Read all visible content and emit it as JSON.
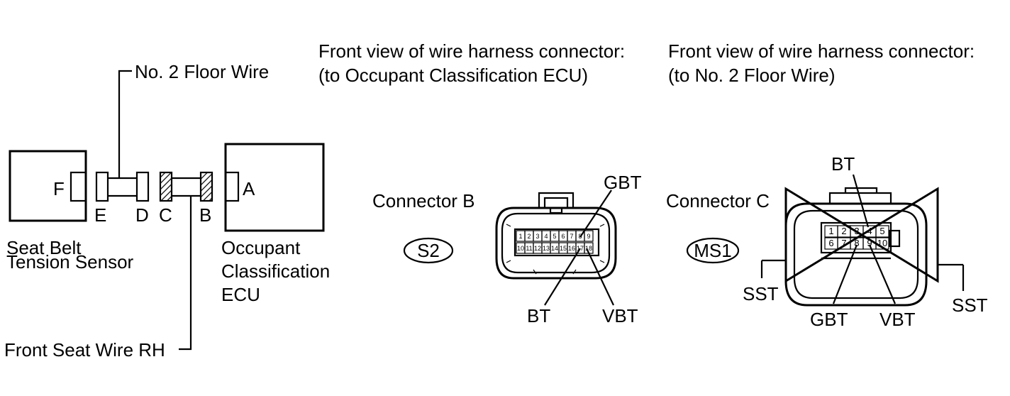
{
  "headers": {
    "left": {
      "line1": "Front view of wire harness connector:",
      "line2": "(to Occupant Classification ECU)"
    },
    "right": {
      "line1": "Front view of wire harness connector:",
      "line2": "(to No. 2 Floor Wire)"
    }
  },
  "wiring": {
    "floor_wire": "No. 2 Floor Wire",
    "seat_wire": "Front Seat Wire RH",
    "sensor": {
      "line1": "Seat Belt",
      "line2": "Tension Sensor",
      "connector": "F"
    },
    "ecu": {
      "line1": "Occupant",
      "line2": "Classification",
      "line3": "ECU",
      "connector": "A"
    },
    "connectors": {
      "E": "E",
      "D": "D",
      "C": "C",
      "B": "B"
    }
  },
  "connector_b": {
    "title": "Connector B",
    "code": "S2",
    "pins_top": [
      "1",
      "2",
      "3",
      "4",
      "5",
      "6",
      "7",
      "8",
      "9"
    ],
    "pins_bottom": [
      "10",
      "11",
      "12",
      "13",
      "14",
      "15",
      "16",
      "17",
      "18"
    ],
    "labels": {
      "gbt": "GBT",
      "bt": "BT",
      "vbt": "VBT"
    }
  },
  "connector_c": {
    "title": "Connector C",
    "code": "MS1",
    "pins_top": [
      "1",
      "2",
      "3",
      "4",
      "5"
    ],
    "pins_bottom": [
      "6",
      "7",
      "8",
      "9",
      "10"
    ],
    "labels": {
      "bt": "BT",
      "gbt": "GBT",
      "vbt": "VBT",
      "sst_left": "SST",
      "sst_right": "SST"
    }
  }
}
